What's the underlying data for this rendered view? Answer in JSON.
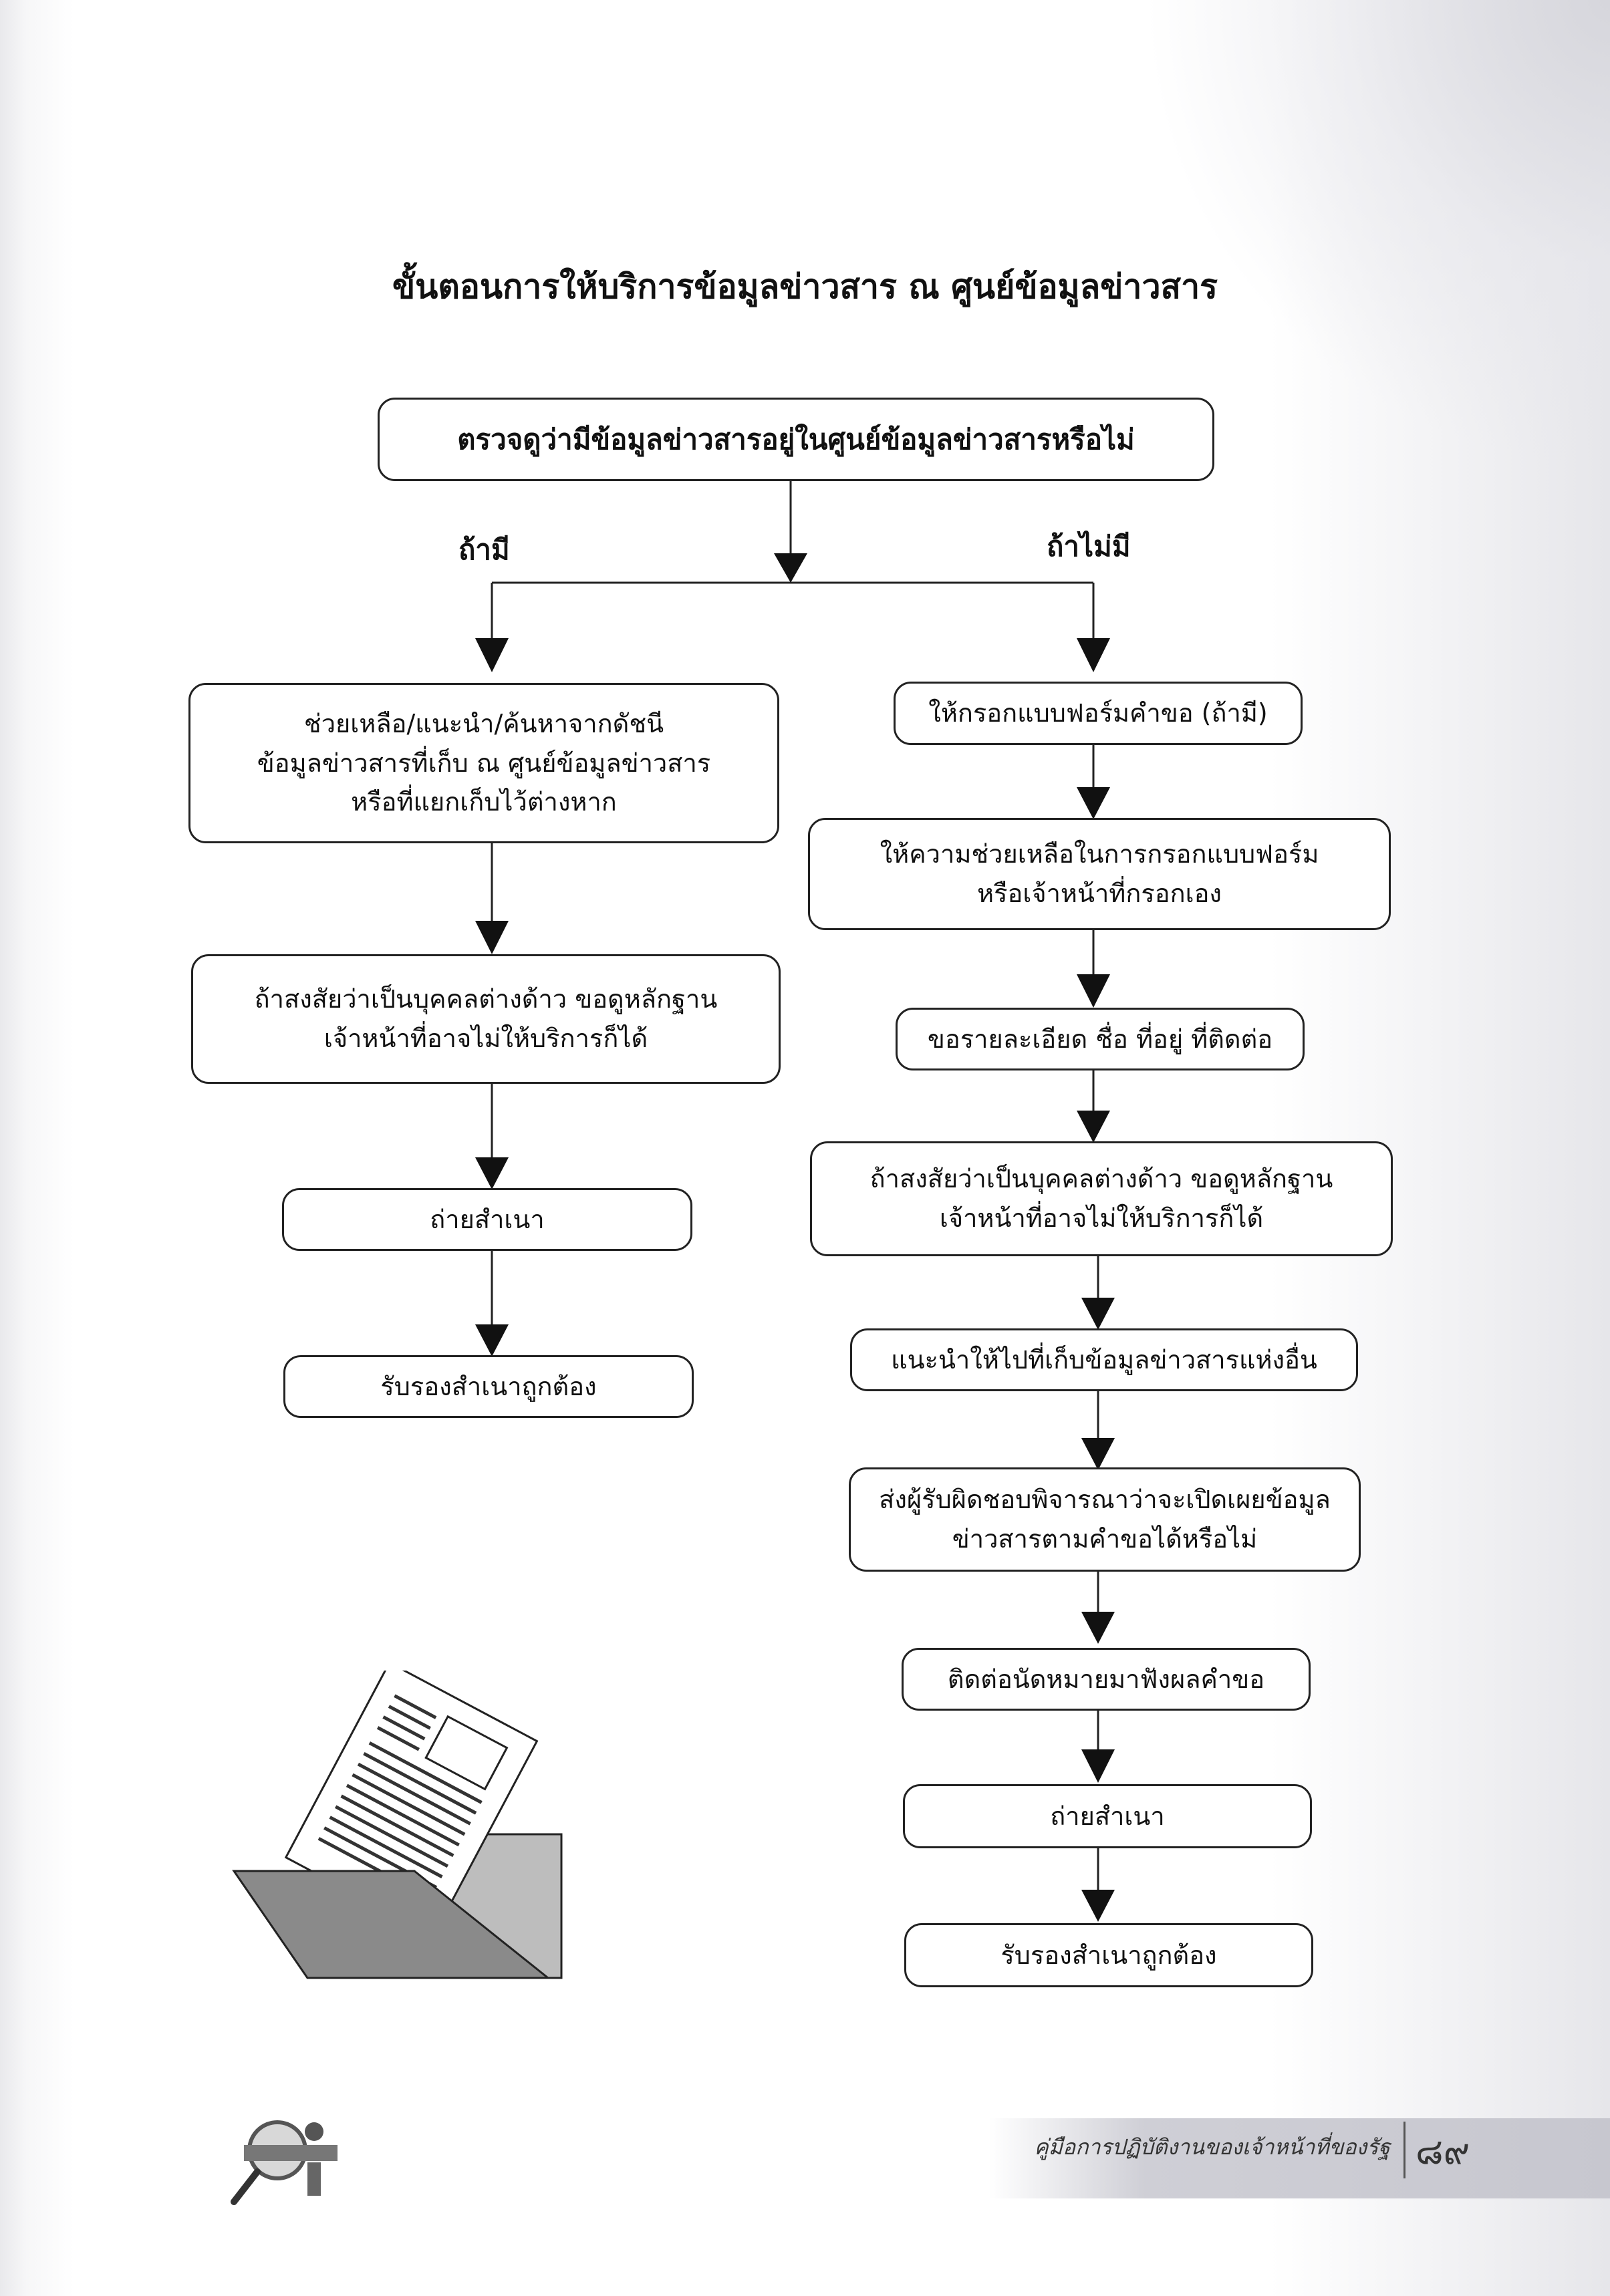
{
  "title": "ขั้นตอนการให้บริการข้อมูลข่าวสาร ณ ศูนย์ข้อมูลข่าวสาร",
  "start": {
    "lines": [
      "ตรวจดูว่ามีข้อมูลข่าวสารอยู่ในศูนย์ข้อมูลข่าวสารหรือไม่"
    ]
  },
  "branch_yes_label": "ถ้ามี",
  "branch_no_label": "ถ้าไม่มี",
  "left_steps": [
    {
      "lines": [
        "ช่วยเหลือ/แนะนำ/ค้นหาจากดัชนี",
        "ข้อมูลข่าวสารที่เก็บ ณ ศูนย์ข้อมูลข่าวสาร",
        "หรือที่แยกเก็บไว้ต่างหาก"
      ]
    },
    {
      "lines": [
        "ถ้าสงสัยว่าเป็นบุคคลต่างด้าว ขอดูหลักฐาน",
        "เจ้าหน้าที่อาจไม่ให้บริการก็ได้"
      ]
    },
    {
      "lines": [
        "ถ่ายสำเนา"
      ]
    },
    {
      "lines": [
        "รับรองสำเนาถูกต้อง"
      ]
    }
  ],
  "right_steps": [
    {
      "lines": [
        "ให้กรอกแบบฟอร์มคำขอ (ถ้ามี)"
      ]
    },
    {
      "lines": [
        "ให้ความช่วยเหลือในการกรอกแบบฟอร์ม",
        "หรือเจ้าหน้าที่กรอกเอง"
      ]
    },
    {
      "lines": [
        "ขอรายละเอียด ชื่อ ที่อยู่ ที่ติดต่อ"
      ]
    },
    {
      "lines": [
        "ถ้าสงสัยว่าเป็นบุคคลต่างด้าว ขอดูหลักฐาน",
        "เจ้าหน้าที่อาจไม่ให้บริการก็ได้"
      ]
    },
    {
      "lines": [
        "แนะนำให้ไปที่เก็บข้อมูลข่าวสารแห่งอื่น"
      ]
    },
    {
      "lines": [
        "ส่งผู้รับผิดชอบพิจารณาว่าจะเปิดเผยข้อมูล",
        "ข่าวสารตามคำขอได้หรือไม่"
      ]
    },
    {
      "lines": [
        "ติดต่อนัดหมายมาฟังผลคำขอ"
      ]
    },
    {
      "lines": [
        "ถ่ายสำเนา"
      ]
    },
    {
      "lines": [
        "รับรองสำเนาถูกต้อง"
      ]
    }
  ],
  "footer": {
    "book_title": "คู่มือการปฏิบัติงานของเจ้าหน้าที่ของรัฐ",
    "page_number": "๘๙"
  },
  "icons": {
    "illustration": "folder-with-document-icon",
    "corner": "magnifier-icon"
  }
}
